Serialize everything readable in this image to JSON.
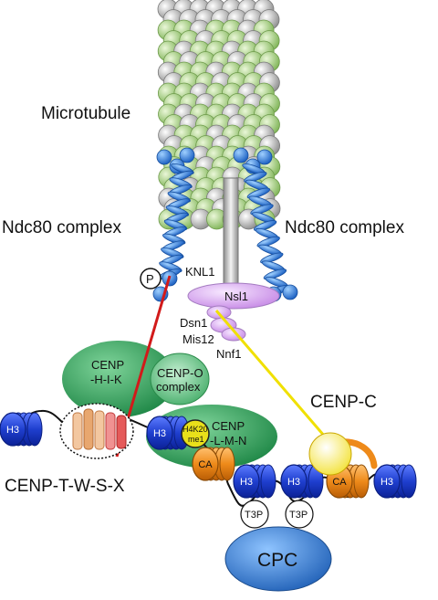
{
  "labels": {
    "microtubule": "Microtubule",
    "ndc80_left": "Ndc80 complex",
    "ndc80_right": "Ndc80 complex",
    "knl1": "KNL1",
    "nsl1": "Nsl1",
    "dsn1": "Dsn1",
    "mis12": "Mis12",
    "nnf1": "Nnf1",
    "phospho": "P",
    "cenp_hik_1": "CENP",
    "cenp_hik_2": "-H-I-K",
    "cenp_o_1": "CENP-O",
    "cenp_o_2": "complex",
    "cenp_lmn_1": "CENP",
    "cenp_lmn_2": "-L-M-N",
    "h4k20_1": "H4K20",
    "h4k20_2": "me1",
    "cenp_c": "CENP-C",
    "cenp_twsx": "CENP-T-W-S-X",
    "ca": "CA",
    "h3": "H3",
    "t3p": "T3P",
    "cpc": "CPC"
  },
  "colors": {
    "microtubule_grey": "#c8c8c8",
    "microtubule_green": "#a6cf7a",
    "ndc80_blue": "#3a86d8",
    "knl1_grey": "#bdbdbd",
    "mis12_purple": "#d8a8ee",
    "cenp_green": "#2e9a55",
    "red_link": "#d21a1a",
    "yellow_link": "#f0e000",
    "histone_blue": "#1f3fcf",
    "cenp_a_orange": "#ee8a1a",
    "cpc_blue": "#2f7ad0"
  }
}
